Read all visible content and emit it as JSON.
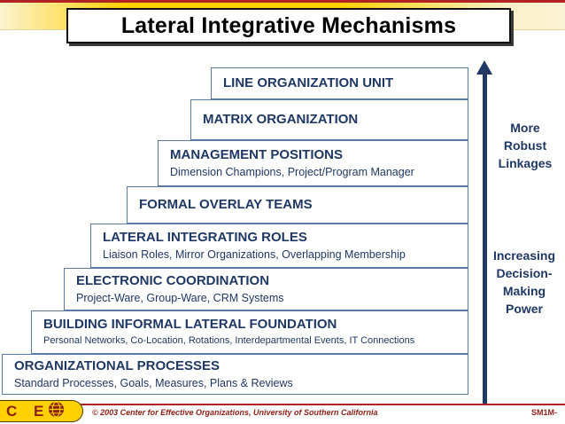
{
  "slide": {
    "title": "Lateral Integrative Mechanisms",
    "boxes": [
      {
        "title": "LINE ORGANIZATION UNIT",
        "subtitle": ""
      },
      {
        "title": "MATRIX ORGANIZATION",
        "subtitle": ""
      },
      {
        "title": "MANAGEMENT POSITIONS",
        "subtitle": "Dimension Champions, Project/Program Manager"
      },
      {
        "title": "FORMAL OVERLAY TEAMS",
        "subtitle": ""
      },
      {
        "title": "LATERAL INTEGRATING ROLES",
        "subtitle": "Liaison Roles, Mirror Organizations, Overlapping Membership"
      },
      {
        "title": "ELECTRONIC COORDINATION",
        "subtitle": "Project-Ware, Group-Ware, CRM Systems"
      },
      {
        "title": "BUILDING INFORMAL LATERAL FOUNDATION",
        "subtitle": "Personal Networks, Co-Location, Rotations, Interdepartmental Events, IT Connections"
      },
      {
        "title": "ORGANIZATIONAL PROCESSES",
        "subtitle": "Standard Processes, Goals, Measures, Plans & Reviews"
      }
    ],
    "arrow": {
      "label_top": [
        "More",
        "Robust",
        "Linkages"
      ],
      "label_bottom": [
        "Increasing",
        "Decision-",
        "Making",
        "Power"
      ]
    },
    "footer": {
      "logo_text": "C E",
      "copyright": "© 2003 Center for Effective Organizations, University of Southern California",
      "slide_code": "SM1M-"
    },
    "colors": {
      "navy_text": "#1F3864",
      "box_border": "#5B7BA5",
      "red_rule": "#B22222",
      "maroon_text": "#8C1F13",
      "gold_band": "#FFD103"
    }
  }
}
